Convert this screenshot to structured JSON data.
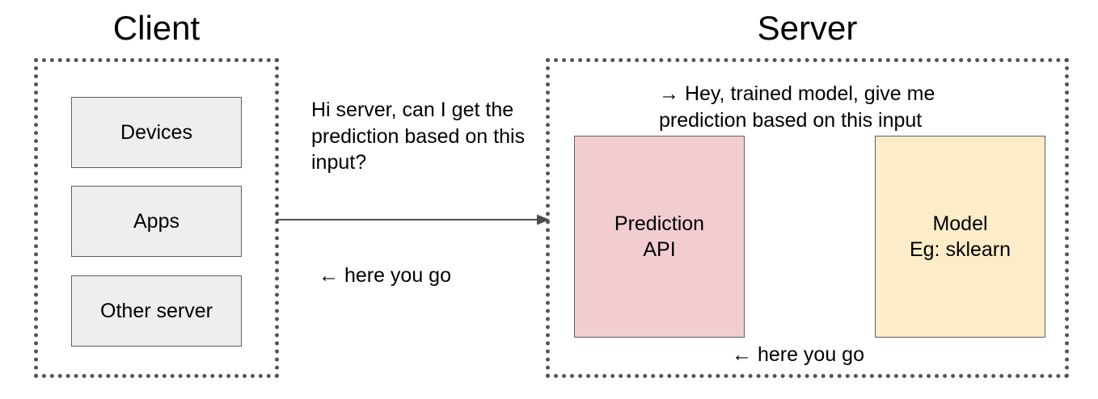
{
  "diagram": {
    "client": {
      "title": "Client",
      "boxes": [
        {
          "label": "Devices"
        },
        {
          "label": "Apps"
        },
        {
          "label": "Other server"
        }
      ]
    },
    "server": {
      "title": "Server",
      "prediction_api": {
        "line1": "Prediction",
        "line2": "API",
        "fill": "#f2cdd0"
      },
      "model": {
        "line1": "Model",
        "line2": "Eg: sklearn",
        "fill": "#fdecc8"
      }
    },
    "messages": {
      "client_request": "Hi server, can I get the prediction based on this input?",
      "server_reply": "← here you go",
      "model_request": "→ Hey, trained model, give me prediction based on this input",
      "model_reply": "← here you go"
    },
    "colors": {
      "client_box_fill": "#eeeeee",
      "box_stroke": "#5e5e5e",
      "zone_border": "#555555",
      "prediction_api_fill": "#f2cdd0",
      "model_fill": "#fdecc8",
      "arrow": "#4d4d4d",
      "text": "#000000"
    }
  }
}
